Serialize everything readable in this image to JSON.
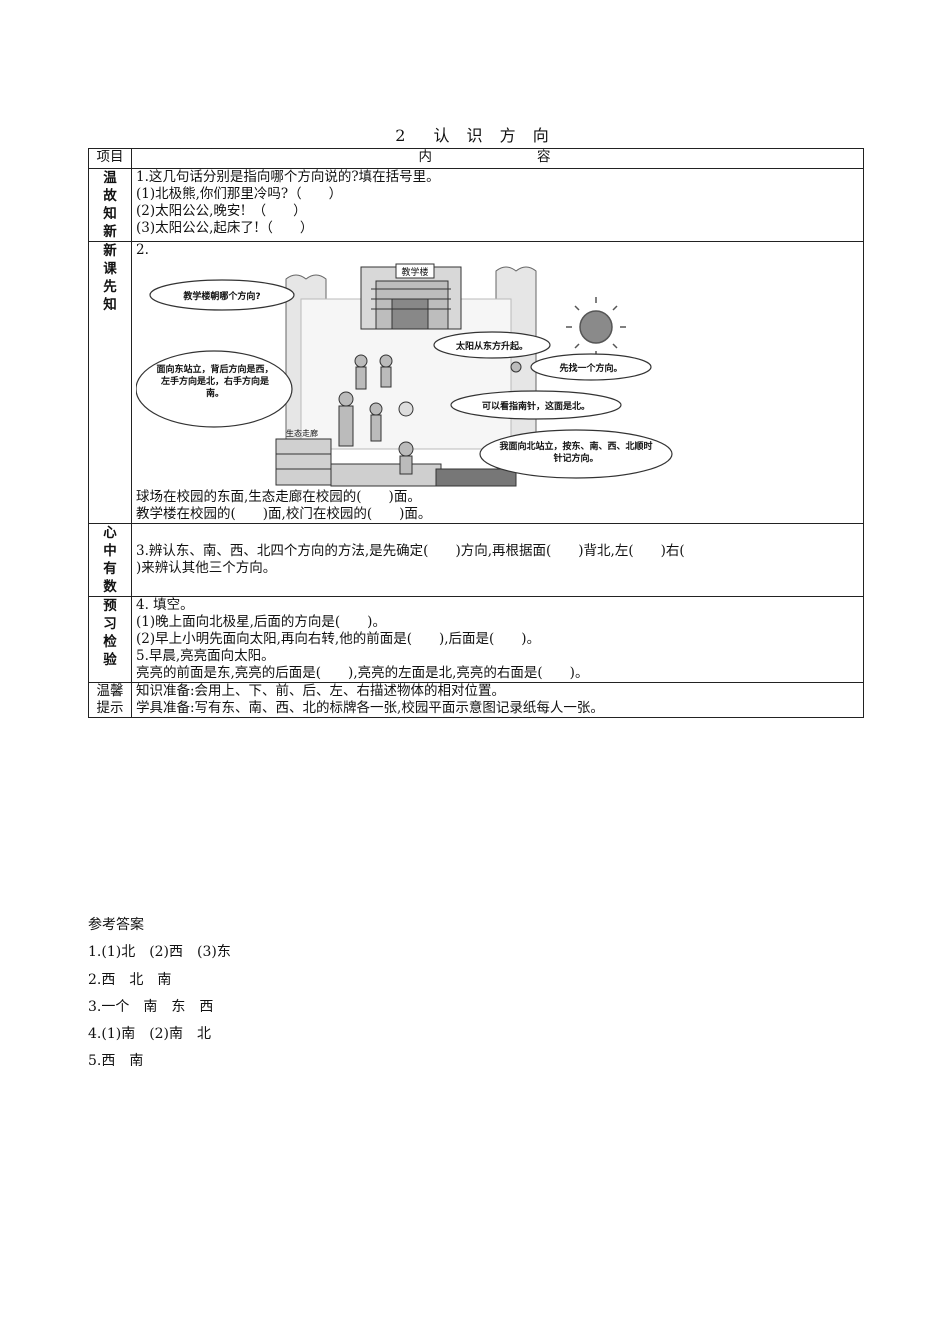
{
  "title": "2　认 识 方 向",
  "table": {
    "header": {
      "col1": "项目",
      "col2": "内　　容"
    },
    "rows": [
      {
        "label": "温故知新",
        "lines": [
          "1.这几句话分别是指向哪个方向说的?填在括号里。",
          "(1)北极熊,你们那里冷吗?（　　）",
          "(2)太阳公公,晚安!　（　　）",
          "(3)太阳公公,起床了!（　　）"
        ]
      },
      {
        "label": "新课先知",
        "number": "2.",
        "figure": {
          "building_sign": "教学楼",
          "corridor_sign": "生态走廊",
          "bubbles": [
            "教学楼朝哪个方向?",
            "太阳从东方升起。",
            "先找一个方向。",
            "面向东站立，背后方向是西，左手方向是北，右手方向是南。",
            "可以看指南针，这面是北。",
            "我面向北站立，按东、南、西、北顺时针记方向。"
          ]
        },
        "lines": [
          "球场在校园的东面,生态走廊在校园的(　　)面。",
          "教学楼在校园的(　　)面,校门在校园的(　　)面。"
        ]
      },
      {
        "label": "心中有数",
        "lines": [
          "3.辨认东、南、西、北四个方向的方法,是先确定(　　)方向,再根据面(　　)背北,左(　　)右(",
          ")来辨认其他三个方向。"
        ]
      },
      {
        "label": "预习检验",
        "lines": [
          "4. 填空。",
          "(1)晚上面向北极星,后面的方向是(　　)。",
          "(2)早上小明先面向太阳,再向右转,他的前面是(　　),后面是(　　)。",
          "5.早晨,亮亮面向太阳。",
          "亮亮的前面是东,亮亮的后面是(　　),亮亮的左面是北,亮亮的右面是(　　)。"
        ]
      },
      {
        "label": "温馨提示",
        "lines": [
          "知识准备:会用上、下、前、后、左、右描述物体的相对位置。",
          "学具准备:写有东、南、西、北的标牌各一张,校园平面示意图记录纸每人一张。"
        ]
      }
    ]
  },
  "answers": {
    "heading": "参考答案",
    "lines": [
      "1.(1)北　(2)西　(3)东",
      "2.西　北　南",
      "3.一个　南　东　西",
      "4.(1)南　(2)南　北",
      "5.西　南"
    ]
  }
}
